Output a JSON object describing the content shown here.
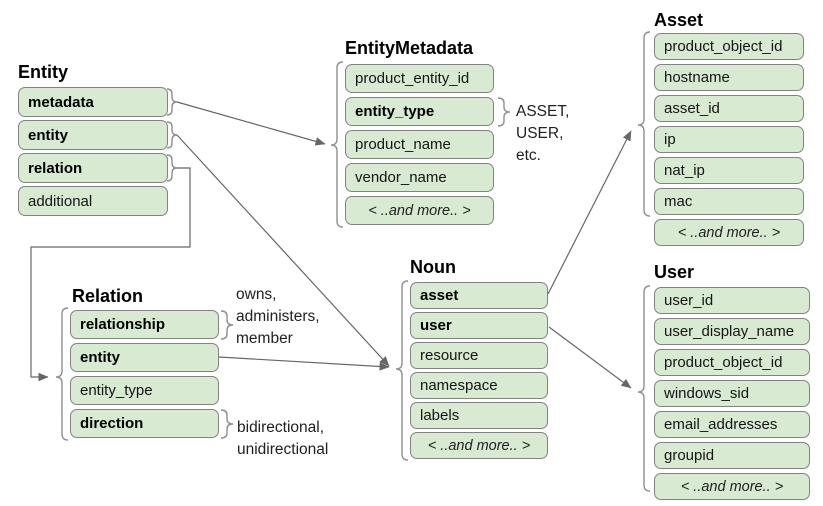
{
  "colors": {
    "field_fill": "#d9ead3",
    "field_border": "#828282",
    "connector": "#666666",
    "brace": "#8f8f8f",
    "text": "#000000",
    "background": "#ffffff"
  },
  "boxes": {
    "entity": {
      "title": "Entity",
      "fields": [
        {
          "label": "metadata",
          "bold": true
        },
        {
          "label": "entity",
          "bold": true
        },
        {
          "label": "relation",
          "bold": true
        },
        {
          "label": "additional",
          "bold": false
        }
      ]
    },
    "entity_metadata": {
      "title": "EntityMetadata",
      "fields": [
        {
          "label": "product_entity_id",
          "bold": false
        },
        {
          "label": "entity_type",
          "bold": true
        },
        {
          "label": "product_name",
          "bold": false
        },
        {
          "label": "vendor_name",
          "bold": false
        },
        {
          "label": "< ..and more.. >",
          "bold": false,
          "italic": true
        }
      ]
    },
    "asset": {
      "title": "Asset",
      "fields": [
        {
          "label": "product_object_id",
          "bold": false
        },
        {
          "label": "hostname",
          "bold": false
        },
        {
          "label": "asset_id",
          "bold": false
        },
        {
          "label": "ip",
          "bold": false
        },
        {
          "label": "nat_ip",
          "bold": false
        },
        {
          "label": "mac",
          "bold": false
        },
        {
          "label": "< ..and more.. >",
          "bold": false,
          "italic": true
        }
      ]
    },
    "user": {
      "title": "User",
      "fields": [
        {
          "label": "user_id",
          "bold": false
        },
        {
          "label": "user_display_name",
          "bold": false
        },
        {
          "label": "product_object_id",
          "bold": false
        },
        {
          "label": "windows_sid",
          "bold": false
        },
        {
          "label": "email_addresses",
          "bold": false
        },
        {
          "label": "groupid",
          "bold": false
        },
        {
          "label": "< ..and more.. >",
          "bold": false,
          "italic": true
        }
      ]
    },
    "noun": {
      "title": "Noun",
      "fields": [
        {
          "label": "asset",
          "bold": true
        },
        {
          "label": "user",
          "bold": true
        },
        {
          "label": "resource",
          "bold": false
        },
        {
          "label": "namespace",
          "bold": false
        },
        {
          "label": "labels",
          "bold": false
        },
        {
          "label": "< ..and more.. >",
          "bold": false,
          "italic": true
        }
      ]
    },
    "relation": {
      "title": "Relation",
      "fields": [
        {
          "label": "relationship",
          "bold": true
        },
        {
          "label": "entity",
          "bold": true
        },
        {
          "label": "entity_type",
          "bold": false
        },
        {
          "label": "direction",
          "bold": true
        }
      ]
    }
  },
  "annotations": {
    "entity_type_values": {
      "lines": [
        "ASSET,",
        "USER,",
        "etc."
      ]
    },
    "relationship_values": {
      "lines": [
        "owns,",
        "administers,",
        "member"
      ]
    },
    "direction_values": {
      "lines": [
        "bidirectional,",
        "unidirectional"
      ]
    }
  },
  "edges": [
    {
      "from": "Entity.metadata",
      "to": "EntityMetadata"
    },
    {
      "from": "Entity.entity",
      "to": "Noun"
    },
    {
      "from": "Entity.relation",
      "to": "Relation"
    },
    {
      "from": "Relation.entity",
      "to": "Noun"
    },
    {
      "from": "Noun.asset",
      "to": "Asset"
    },
    {
      "from": "Noun.user",
      "to": "User"
    }
  ]
}
